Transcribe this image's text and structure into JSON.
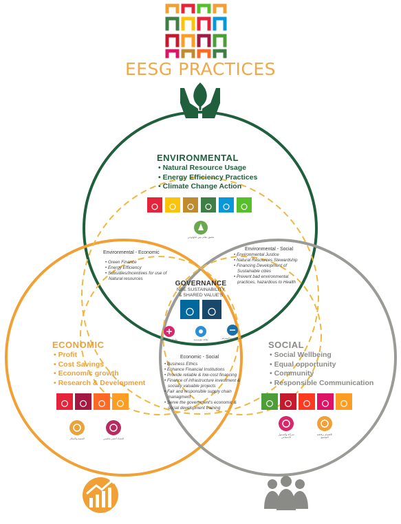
{
  "title": "EESG PRACTICES",
  "environmental": {
    "heading": "ENVIRONMENTAL",
    "items": [
      "Natural Resource Usage",
      "Energy Efficiency Practices",
      "Climate Change Action"
    ],
    "sdg_colors": [
      "#e5243b",
      "#fcc30b",
      "#bf8b2e",
      "#3f7e44",
      "#0a97d9",
      "#56c02b"
    ],
    "caption": "تحقيق نظام بيئي ايكولوجي"
  },
  "economic": {
    "heading": "ECONOMIC",
    "items": [
      "Profit",
      "Cost Savings",
      "Economic growth",
      "Research & Development"
    ],
    "sdg_colors": [
      "#e5243b",
      "#a21942",
      "#fd6925",
      "#fd9d24"
    ],
    "captions": [
      "التنمية والابتكار",
      "اقتصاد أخضر تنافسي"
    ]
  },
  "social": {
    "heading": "SOCIAL",
    "items": [
      "Social Wellbeing",
      "Equal opportunity",
      "Community",
      "Responsible Communication"
    ],
    "sdg_colors": [
      "#4c9f38",
      "#c5192d",
      "#ff3a21",
      "#dd1367",
      "#fd9d24"
    ],
    "captions": [
      "شراكة والشمول الاجتماعي",
      "الاهتمام برفاهية المجتمع"
    ]
  },
  "governance": {
    "heading": "GOVERNANCE",
    "subheading": "NBE SUSTAINABILITY\n& SHARED VALUE'S",
    "sdg_colors": [
      "#00689d",
      "#19486a"
    ],
    "captions": [
      "بناء قدرات فاعلة",
      "ثقافة مؤسسية",
      "تمكين مجتمع المعرفة"
    ]
  },
  "env_econ": {
    "heading": "Environmental - Economic",
    "items": [
      "Green Finance",
      "Energy Efficiency",
      "Subsidies/Incentives for use of Natural resources"
    ]
  },
  "env_soc": {
    "heading": "Environmental - Social",
    "items": [
      "Environmental Justice",
      "Natural Resources Stewardship",
      "Financing Development of Sustainable cities",
      "Prevent bad environmental practices, hazardous to Health"
    ]
  },
  "econ_soc": {
    "heading": "Economic - Social",
    "items": [
      "Business Ethics",
      "Enhance Financial Institutions",
      "Provide reliable & low-cost financing",
      "Finance of infrastructure investment & socially valuable projects",
      "Fair and responsible supply chain managment",
      "Serve the government's economic & social development training"
    ]
  },
  "icons": [
    "logo-grid-icon",
    "plant-hands-icon",
    "growth-chart-icon",
    "people-group-icon"
  ],
  "colors": {
    "environmental": "#1f5f3c",
    "economic": "#f0a035",
    "social": "#9a9a96",
    "dashed": "#f0b640",
    "title": "#f0a84a"
  }
}
